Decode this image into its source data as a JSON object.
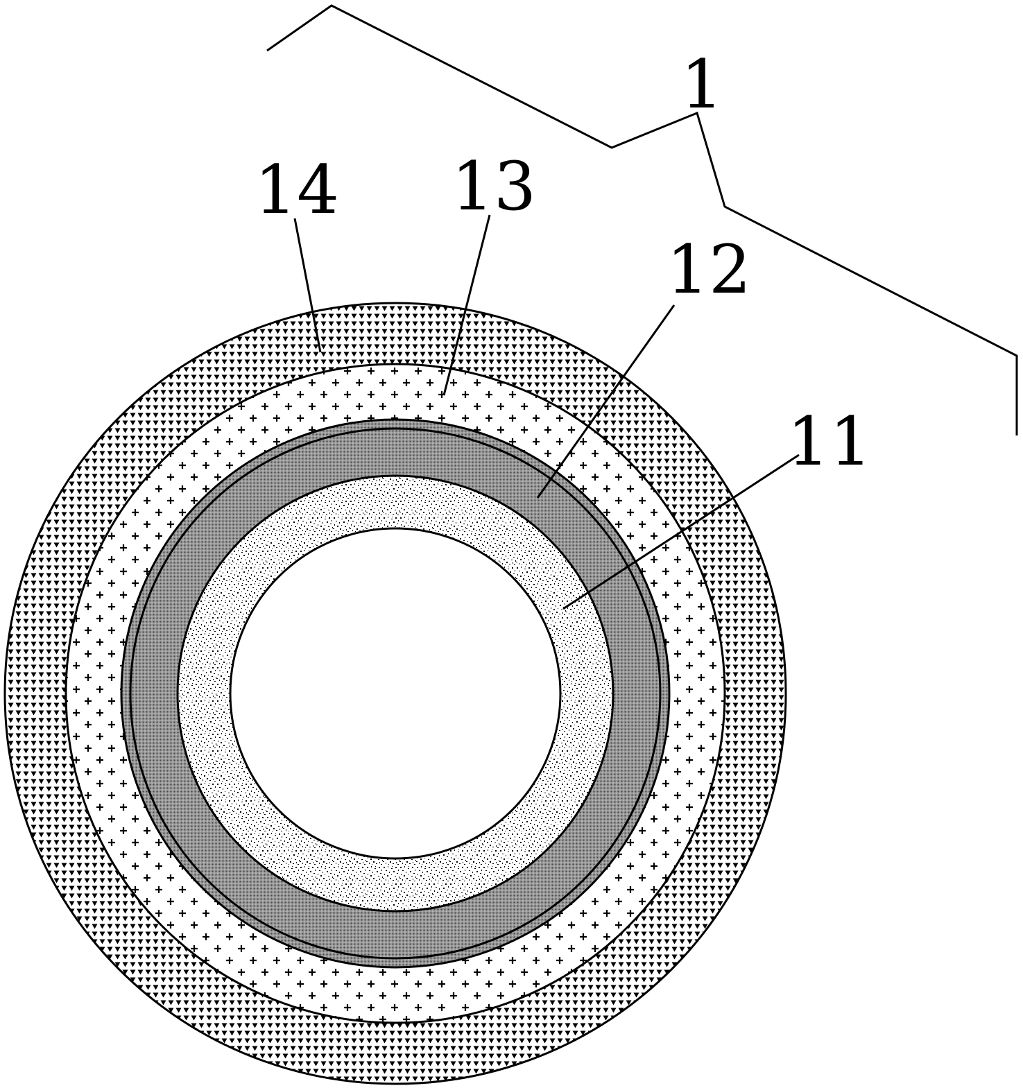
{
  "labels": {
    "assembly": "1",
    "layer_11": "11",
    "layer_12": "12",
    "layer_13": "13",
    "layer_14": "14"
  }
}
